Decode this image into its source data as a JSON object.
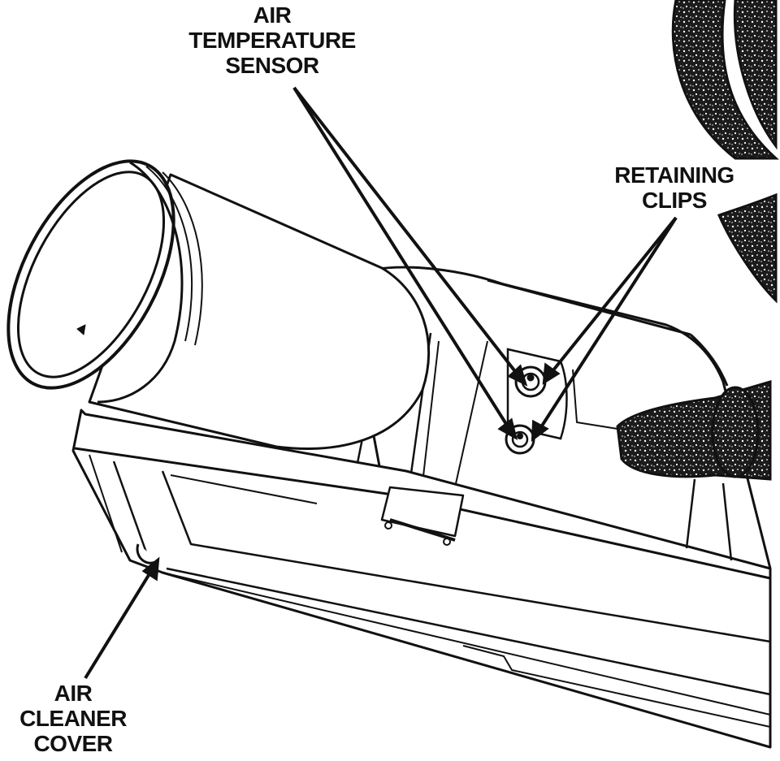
{
  "labels": {
    "air_temperature_sensor": [
      "AIR",
      "TEMPERATURE",
      "SENSOR"
    ],
    "retaining_clips": [
      "RETAINING",
      "CLIPS"
    ],
    "air_cleaner_cover": [
      "AIR",
      "CLEANER",
      "COVER"
    ]
  },
  "colors": {
    "ink": "#111111",
    "paper": "#ffffff",
    "hose_fill": "#2a2a2a"
  }
}
